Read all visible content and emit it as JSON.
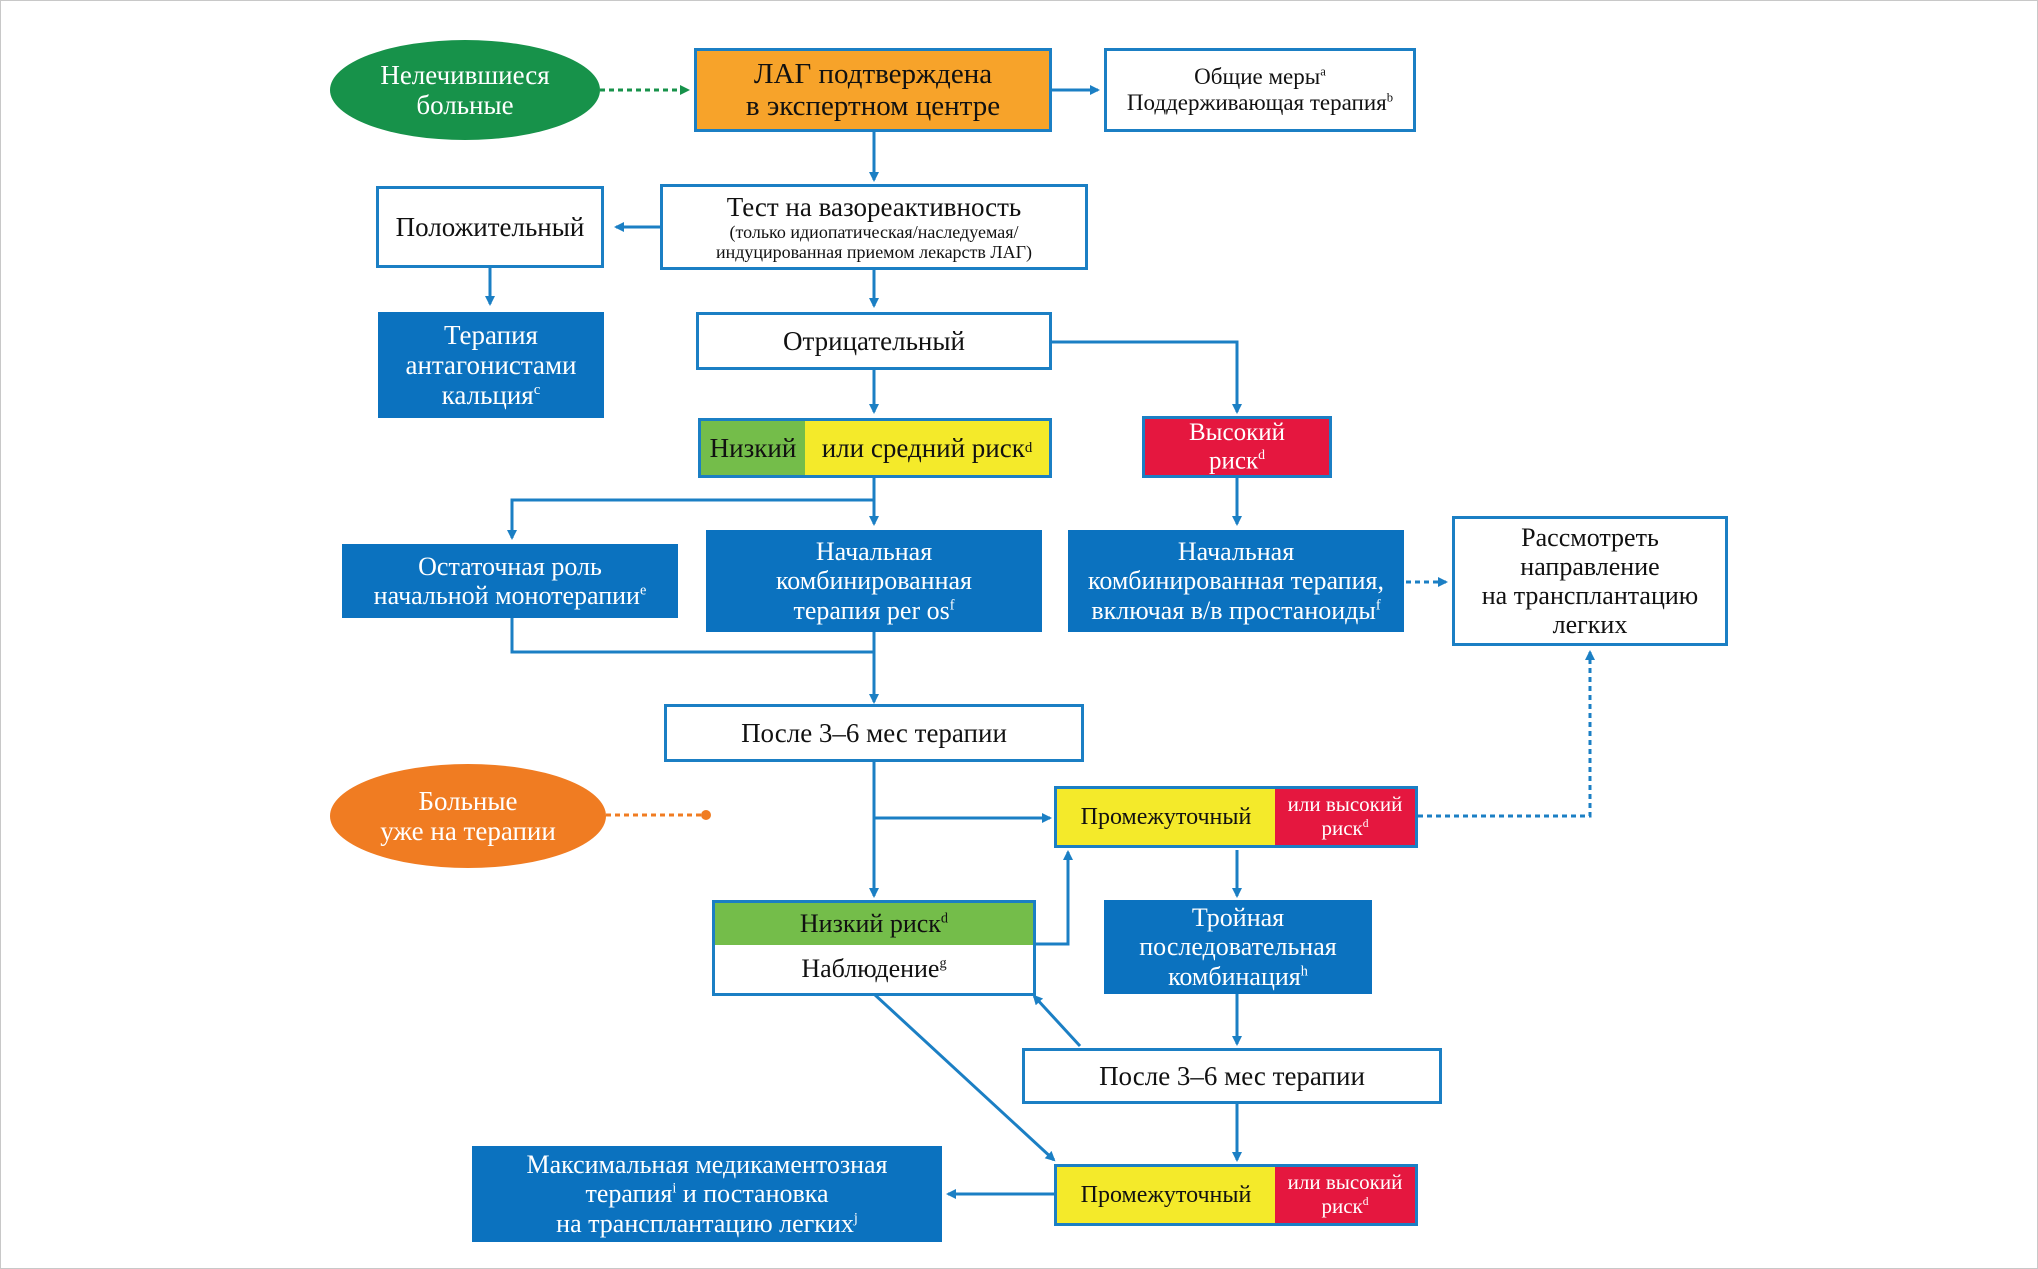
{
  "colors": {
    "blue_box": "#0b72bf",
    "outline": "#1b7fc4",
    "orange_box": "#f7a32a",
    "green_ellipse": "#17924a",
    "orange_ellipse": "#f07c22",
    "risk_green": "#74bd4a",
    "risk_yellow": "#f4ea2a",
    "risk_red": "#e5173f"
  },
  "nodes": {
    "untreated": {
      "line1": "Нелечившиеся",
      "line2": "больные"
    },
    "pah_confirmed": {
      "line1": "ЛАГ подтверждена",
      "line2": "в экспертном центре"
    },
    "general_measures": {
      "line1": "Общие меры",
      "sup1": "a",
      "line2": "Поддерживающая терапия",
      "sup2": "b"
    },
    "vasoreactivity": {
      "title": "Тест на вазореактивность",
      "note1": "(только идиопатическая/наследуемая/",
      "note2": "индуцированная приемом лекарств ЛАГ)"
    },
    "positive": {
      "label": "Положительный"
    },
    "ccb": {
      "line1": "Терапия",
      "line2": "антагонистами",
      "line3": "кальция",
      "sup": "c"
    },
    "negative": {
      "label": "Отрицательный"
    },
    "low_mid_risk": {
      "low": "Низкий",
      "mid": "или средний риск",
      "sup": "d"
    },
    "high_risk": {
      "line1": "Высокий",
      "line2": "риск",
      "sup": "d"
    },
    "monotherapy": {
      "line1": "Остаточная роль",
      "line2": "начальной монотерапии",
      "sup": "e"
    },
    "oral_combo": {
      "line1": "Начальная",
      "line2": "комбинированная",
      "line3": "терапия per os",
      "sup": "f"
    },
    "iv_combo": {
      "line1": "Начальная",
      "line2": "комбинированная терапия,",
      "line3": "включая в/в простаноиды",
      "sup": "f"
    },
    "transplant_referral": {
      "line1": "Рассмотреть",
      "line2": "направление",
      "line3": "на трансплантацию",
      "line4": "легких"
    },
    "after_1": {
      "label": "После 3–6 мес терапии"
    },
    "on_therapy": {
      "line1": "Больные",
      "line2": "уже на терапии"
    },
    "inter_high_1": {
      "inter": "Промежуточный",
      "high1": "или высокий",
      "high2": "риск",
      "sup": "d"
    },
    "low_risk": {
      "label": "Низкий риск",
      "sup": "d",
      "obs": "Наблюдение",
      "obs_sup": "g"
    },
    "triple": {
      "line1": "Тройная",
      "line2": "последовательная",
      "line3": "комбинация",
      "sup": "h"
    },
    "after_2": {
      "label": "После 3–6 мес терапии"
    },
    "max_therapy": {
      "line1": "Максимальная медикаментозная",
      "line2a": "терапия",
      "sup_i": "i",
      "line2b": " и постановка",
      "line3": "на трансплантацию легких",
      "sup_j": "j"
    },
    "inter_high_2": {
      "inter": "Промежуточный",
      "high1": "или высокий",
      "high2": "риск",
      "sup": "d"
    }
  }
}
